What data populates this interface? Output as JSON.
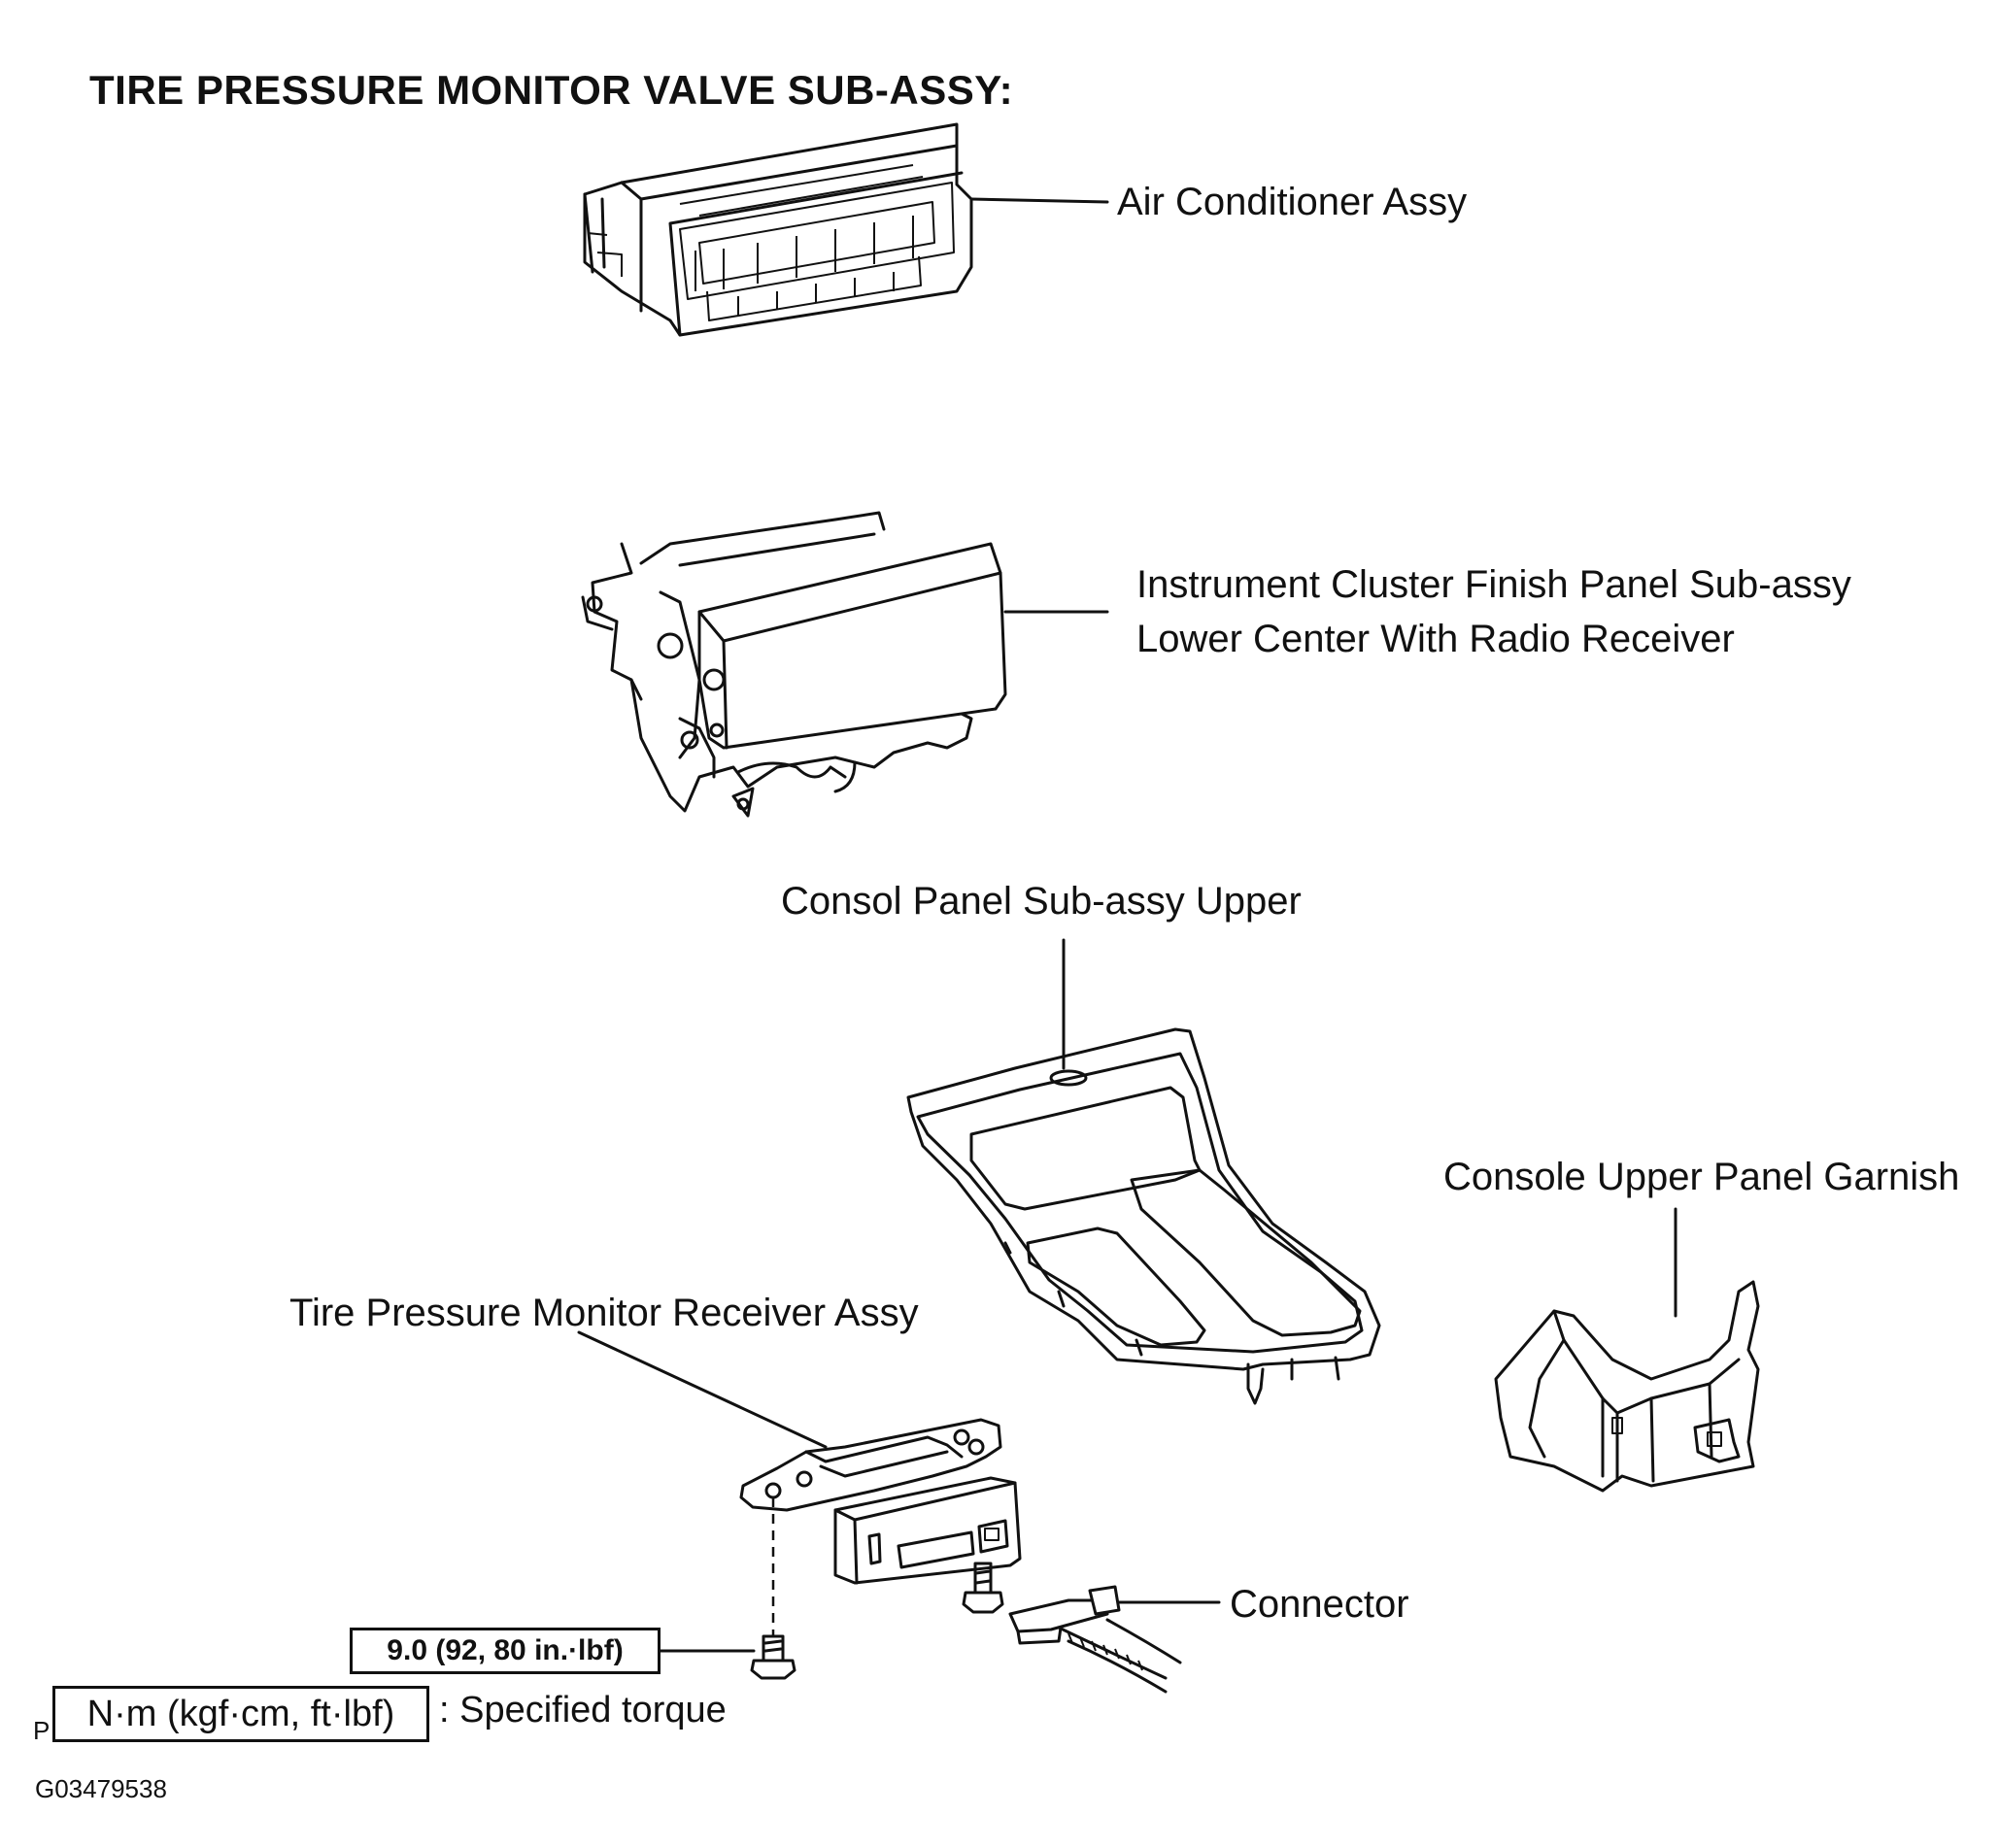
{
  "title": "TIRE PRESSURE MONITOR VALVE SUB-ASSY:",
  "labels": {
    "air_conditioner": "Air Conditioner Assy",
    "cluster_line1": "Instrument Cluster Finish Panel Sub-assy",
    "cluster_line2": "Lower Center With Radio Receiver",
    "consol_panel": "Consol Panel Sub-assy Upper",
    "console_garnish": "Console Upper Panel Garnish",
    "tpms_receiver": "Tire Pressure Monitor Receiver Assy",
    "connector": "Connector"
  },
  "torque": {
    "value": "9.0 (92, 80 in.·lbf)"
  },
  "legend": {
    "box_text": "N·m (kgf·cm, ft·lbf)",
    "description": ": Specified torque",
    "marker": "P"
  },
  "figure_id": "G03479538"
}
